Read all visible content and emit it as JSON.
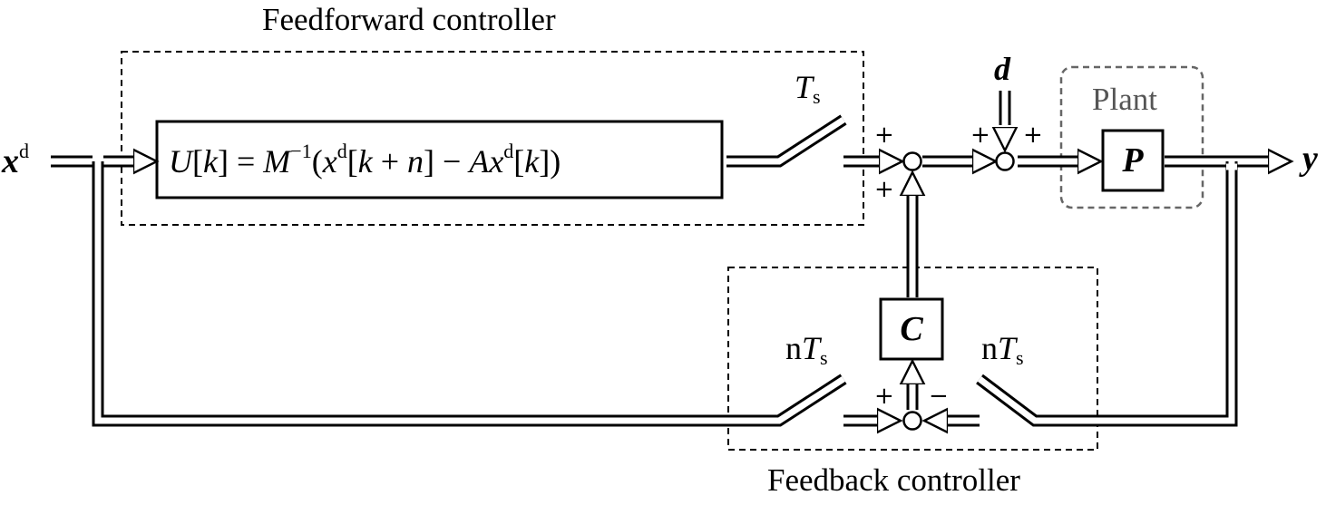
{
  "titles": {
    "feedforward": "Feedforward controller",
    "feedback": "Feedback controller",
    "plant": "Plant"
  },
  "signals": {
    "input_main": "x",
    "input_sup": "d",
    "output": "y",
    "disturbance": "d"
  },
  "blocks": {
    "ff_equation": {
      "U": "U",
      "k1": "k",
      "eq": " = ",
      "M": "M",
      "minus1": "−1",
      "open": "(",
      "x1": "x",
      "d1": "d",
      "k2": "k",
      "plus": " + ",
      "n": "n",
      "minus": " − ",
      "A": "A",
      "x2": "x",
      "d2": "d",
      "k3": "k",
      "close": ")"
    },
    "controller": "C",
    "plant": "P"
  },
  "samplers": {
    "ff": {
      "T": "T",
      "s": "s"
    },
    "fb_left": {
      "n": "n",
      "T": "T",
      "s": "s"
    },
    "fb_right": {
      "n": "n",
      "T": "T",
      "s": "s"
    }
  },
  "signs": {
    "sum1_top": "+",
    "sum1_bottom": "+",
    "sum2_left": "+",
    "sum2_right": "+",
    "sum3_left": "+",
    "sum3_right": "−"
  }
}
